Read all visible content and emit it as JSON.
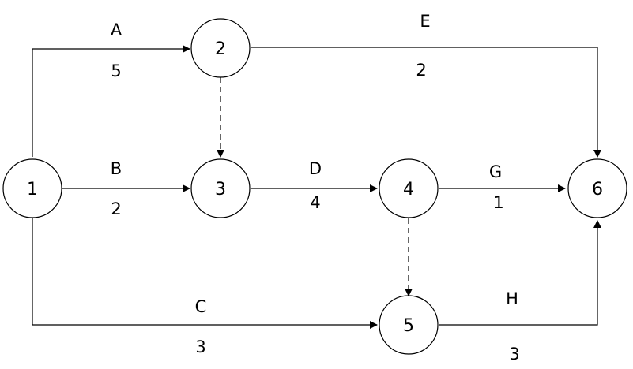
{
  "nodes": [
    {
      "id": "1",
      "label": "1"
    },
    {
      "id": "2",
      "label": "2"
    },
    {
      "id": "3",
      "label": "3"
    },
    {
      "id": "4",
      "label": "4"
    },
    {
      "id": "5",
      "label": "5"
    },
    {
      "id": "6",
      "label": "6"
    }
  ],
  "activities": [
    {
      "name": "A",
      "from": "1",
      "to": "2",
      "duration": "5"
    },
    {
      "name": "B",
      "from": "1",
      "to": "3",
      "duration": "2"
    },
    {
      "name": "C",
      "from": "1",
      "to": "5",
      "duration": "3"
    },
    {
      "name": "D",
      "from": "3",
      "to": "4",
      "duration": "4"
    },
    {
      "name": "E",
      "from": "2",
      "to": "6",
      "duration": "2"
    },
    {
      "name": "G",
      "from": "4",
      "to": "6",
      "duration": "1"
    },
    {
      "name": "H",
      "from": "5",
      "to": "6",
      "duration": "3"
    }
  ],
  "dummy_activities": [
    {
      "from": "2",
      "to": "3"
    },
    {
      "from": "4",
      "to": "5"
    }
  ]
}
